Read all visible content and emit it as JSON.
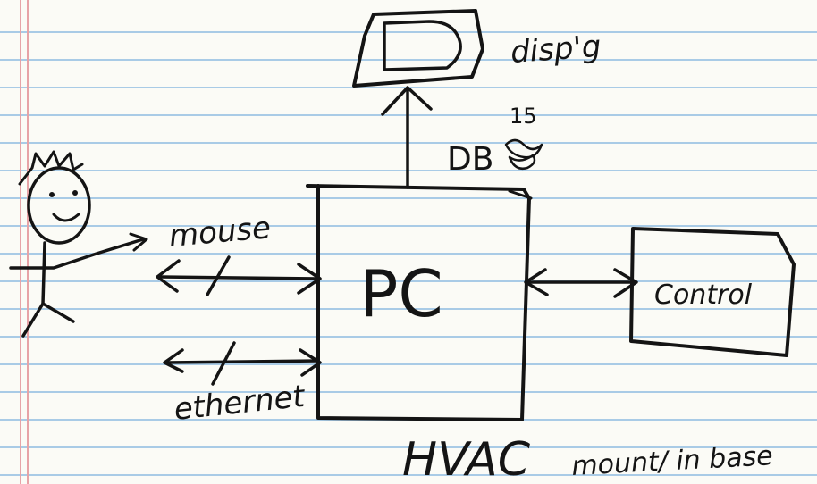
{
  "labels": {
    "display": "disp'g",
    "db": "DB",
    "db_superscript": "15",
    "mouse": "mouse",
    "ethernet": "ethernet",
    "pc": "PC",
    "control": "Control",
    "hvac": "HVAC",
    "footnote": "mount/ in base"
  },
  "colors": {
    "ink": "#141414",
    "paper": "#fbfbf6",
    "rule": "#a9cbe6",
    "margin": "#e7a3a7"
  }
}
